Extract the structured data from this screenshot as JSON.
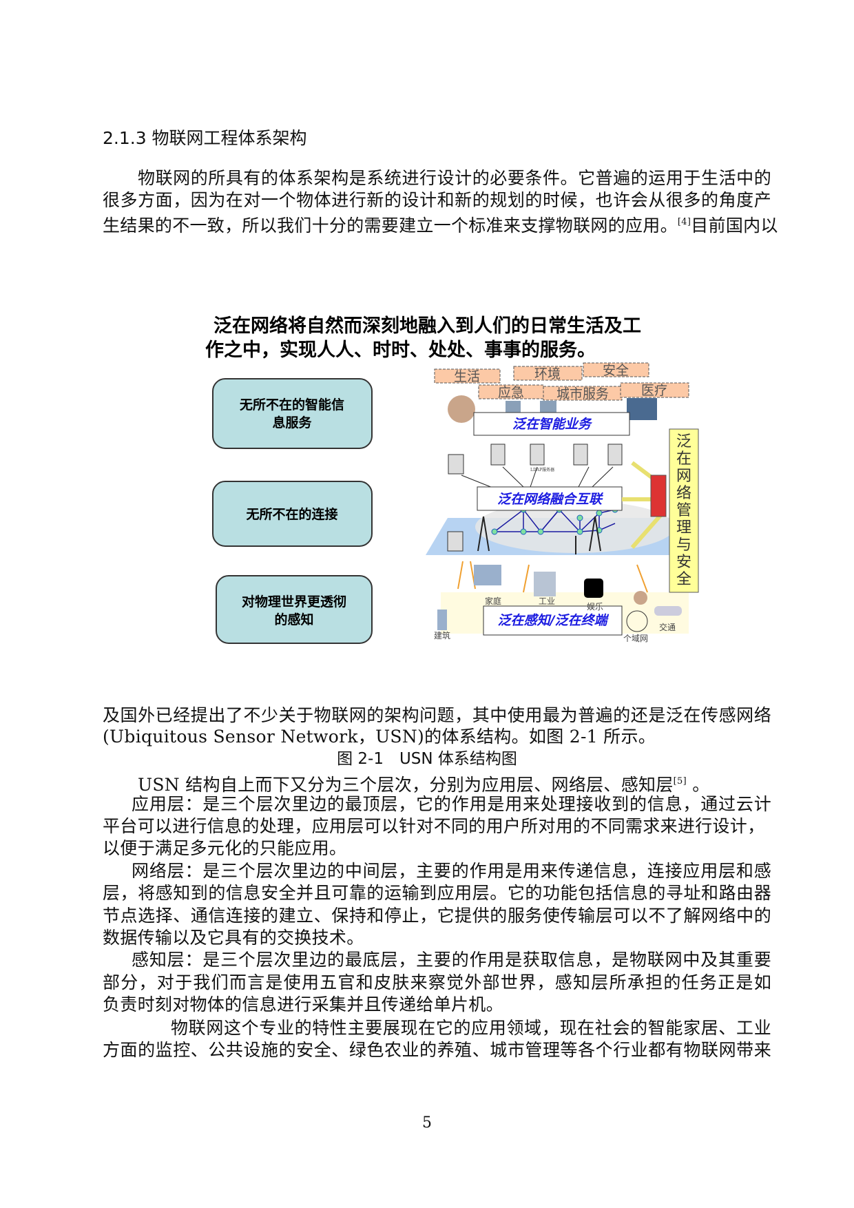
{
  "heading": "2.1.3  物联网工程体系架构",
  "para1": [
    "物联网的所具有的体系架构是系统进行设计的必要条件。它普遍的运用于生活中的",
    "很多方面，因为在对一个物体进行新的设计和新的规划的时候，也许会从很多的角度产",
    "生结果的不一致，所以我们十分的需要建立一个标准来支撑物联网的应用。",
    "[4]",
    "目前国内以"
  ],
  "figure": {
    "title_line1": "泛在网络将自然而深刻地融入到人们的日常生活及工",
    "title_line2": "作之中，实现人人、时时、处处、事事的服务。",
    "left_boxes": [
      {
        "line1": "无所不在的智能信",
        "line2": "息服务"
      },
      {
        "line1": "无所不在的连接",
        "line2": ""
      },
      {
        "line1": "对物理世界更透彻",
        "line2": "的感知"
      }
    ],
    "tags": [
      "生活",
      "环境",
      "安全",
      "应急",
      "城市服务",
      "医疗"
    ],
    "service_layer": "泛在智能业务",
    "network_layer": "泛在网络融合互联",
    "sensing_layer": "泛在感知/泛在终端",
    "side_bar": [
      "泛",
      "在",
      "网",
      "络",
      "管",
      "理",
      "与",
      "安",
      "全"
    ],
    "server_label": "LDAP服务器",
    "small_labels": [
      "家庭",
      "工业",
      "娱乐",
      "建筑",
      "个域网",
      "交通"
    ],
    "colors": {
      "box_fill": "#b9dfe2",
      "tag_fill": "#fcc9a6",
      "side_fill": "#ffff99",
      "plane": "#b7d3f2",
      "layer_text": "#1a1ae0"
    }
  },
  "para2": [
    "及国外已经提出了不少关于物联网的架构问题，其中使用最为普遍的还是泛在传感网络",
    "(Ubiquitous Sensor Network，USN)的体系结构。如图 2-1 所示。"
  ],
  "caption": "图 2-1　USN 体系结构图",
  "para3": [
    "USN 结构自上而下又分为三个层次，分别为应用层、网络层、感知层",
    "[5]",
    " 。"
  ],
  "para4": [
    "应用层：是三个层次里边的最顶层，它的作用是用来处理接收到的信息，通过云计算",
    "平台可以进行信息的处理，应用层可以针对不同的用户所对用的不同需求来进行设计，",
    "以便于满足多元化的只能应用。"
  ],
  "para5": [
    "网络层：是三个层次里边的中间层，主要的作用是用来传递信息，连接应用层和感知",
    "层，将感知到的信息安全并且可靠的运输到应用层。它的功能包括信息的寻址和路由器",
    "节点选择、通信连接的建立、保持和停止，它提供的服务使传输层可以不了解网络中的",
    "数据传输以及它具有的交换技术。"
  ],
  "para6": [
    "感知层：是三个层次里边的最底层，主要的作用是获取信息，是物联网中及其重要的",
    "部分，对于我们而言是使用五官和皮肤来察觉外部世界，感知层所承担的任务正是如此，",
    "负责时刻对物体的信息进行采集并且传递给单片机。"
  ],
  "para7": [
    "物联网这个专业的特性主要展现在它的应用领域，现在社会的智能家居、工业",
    "方面的监控、公共设施的安全、绿色农业的养殖、城市管理等各个行业都有物联网带来"
  ],
  "page_number": "5"
}
